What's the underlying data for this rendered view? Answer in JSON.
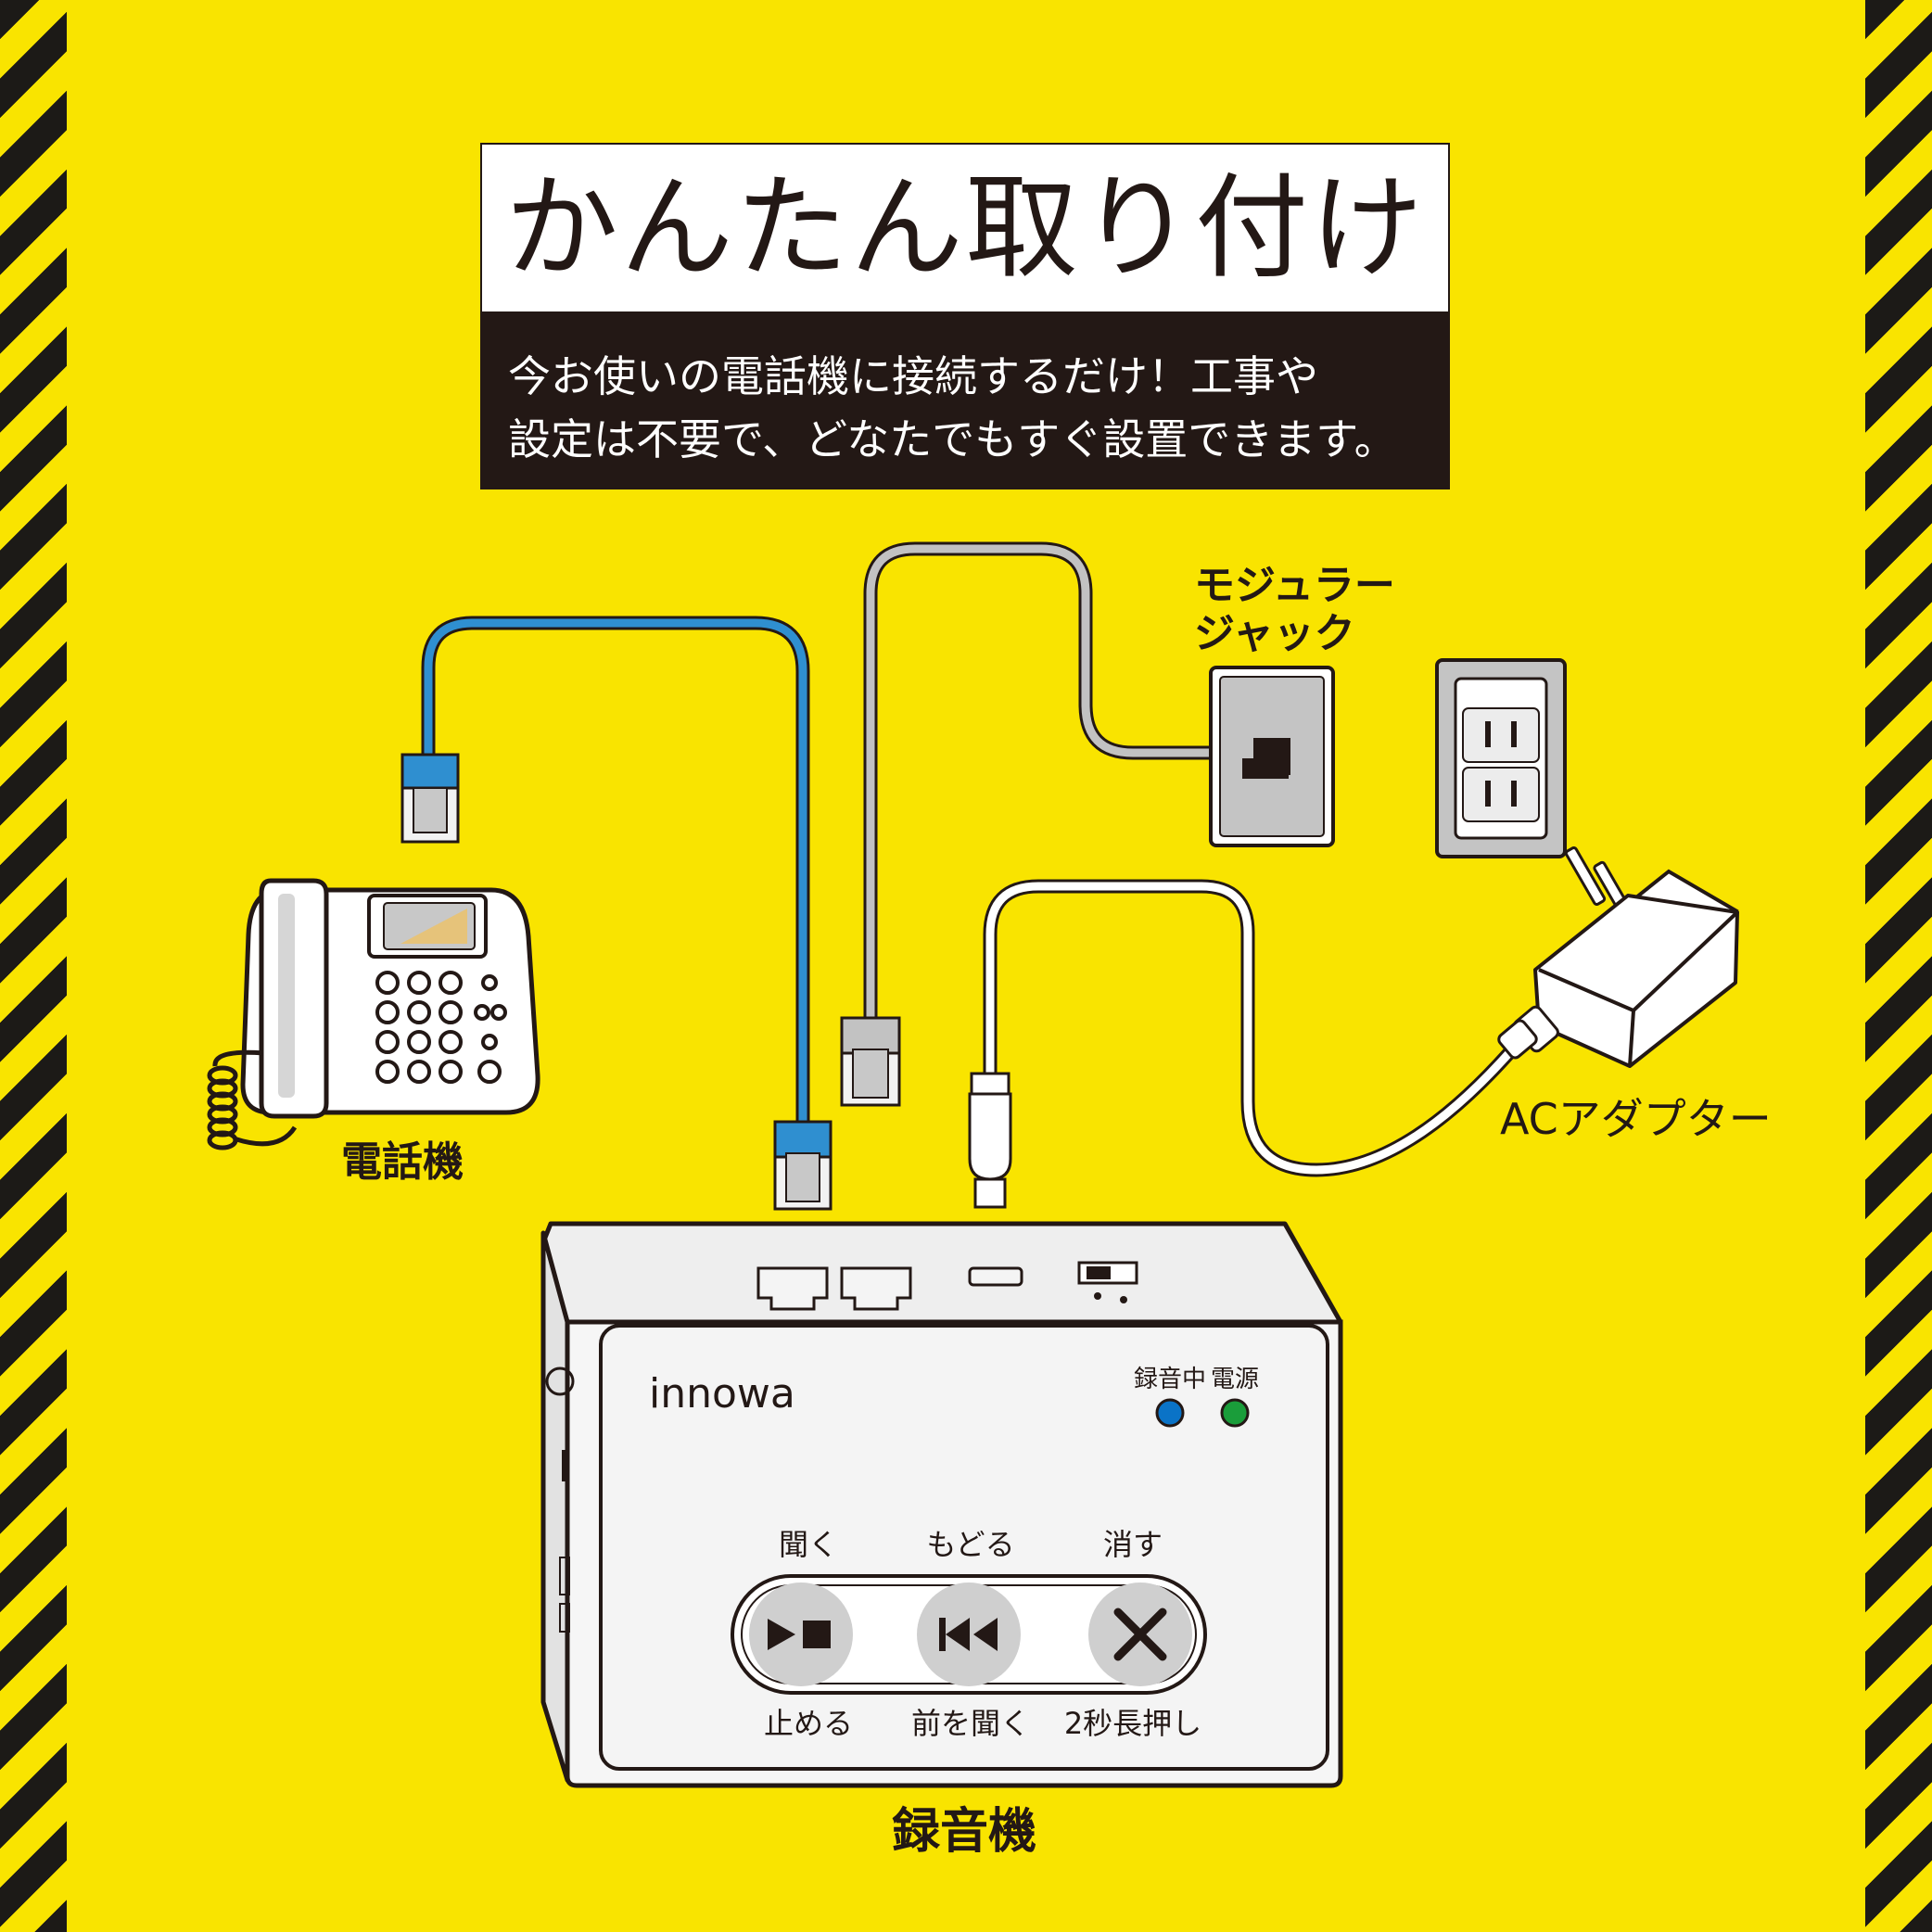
{
  "title": "かんたん取り付け",
  "subtitle": {
    "line1": "今お使いの電話機に接続するだけ！工事や",
    "line2": "設定は不要で、どなたでもすぐ設置できます。"
  },
  "labels": {
    "modular_jack_line1": "モジュラー",
    "modular_jack_line2": "ジャック",
    "telephone": "電話機",
    "ac_adapter": "ACアダプター",
    "recorder": "録音機"
  },
  "recorder": {
    "brand": "innowa",
    "indicator_recording": "録音中",
    "indicator_power": "電源",
    "indicator_colors": {
      "recording": "#0a73c7",
      "power": "#1a9d3a"
    },
    "buttons": [
      {
        "top_label": "聞く",
        "bottom_label": "止める",
        "icon": "play-stop-icon"
      },
      {
        "top_label": "もどる",
        "bottom_label": "前を聞く",
        "icon": "skip-back-icon"
      },
      {
        "top_label": "消す",
        "bottom_label": "2秒長押し",
        "icon": "delete-x-icon"
      }
    ]
  },
  "cable_colors": {
    "phone_cable": "#2f8fd0",
    "line_cable": "#bfbfbf",
    "power_cable": "#ffffff"
  }
}
